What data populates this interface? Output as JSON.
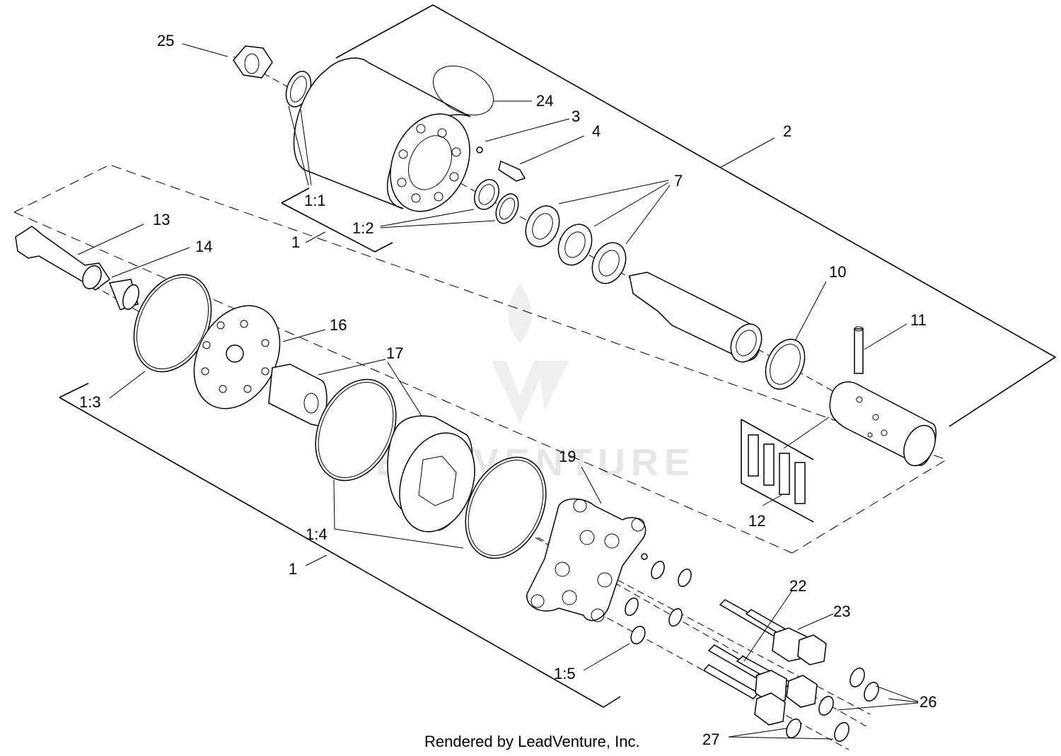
{
  "callouts": [
    "25",
    "24",
    "3",
    "4",
    "2",
    "7",
    "1:1",
    "1:2",
    "1",
    "13",
    "14",
    "10",
    "11",
    "16",
    "17",
    "1:3",
    "19",
    "12",
    "1:4",
    "1",
    "22",
    "23",
    "1:5",
    "26",
    "27"
  ],
  "footer": "Rendered by LeadVenture, Inc.",
  "watermark": "LEADVENTURE"
}
